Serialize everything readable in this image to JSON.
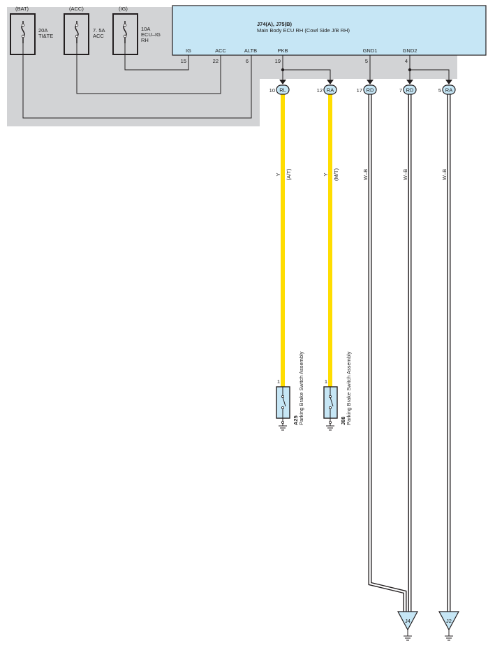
{
  "fuses": [
    {
      "source": "(BAT)",
      "rating": "20A",
      "name": "TI&TE"
    },
    {
      "source": "(ACC)",
      "rating": "7. 5A",
      "name": "ACC"
    },
    {
      "source": "(IG)",
      "rating": "10A",
      "name": "ECU–IG",
      "name2": "RH"
    }
  ],
  "ecu": {
    "id": "J74(A), J75(B)",
    "title": "Main Body ECU RH (Cowl Side J/B RH)",
    "terminals": [
      {
        "name": "IG",
        "pin": "15"
      },
      {
        "name": "ACC",
        "pin": "22"
      },
      {
        "name": "ALTB",
        "pin": "6"
      },
      {
        "name": "PKB",
        "pin": "19"
      },
      {
        "name": "GND1",
        "pin": "5"
      },
      {
        "name": "GND2",
        "pin": "4"
      }
    ]
  },
  "connectors": [
    {
      "pin": "10",
      "code": "RL"
    },
    {
      "pin": "12",
      "code": "RA"
    },
    {
      "pin": "17",
      "code": "RD"
    },
    {
      "pin": "7",
      "code": "RD"
    },
    {
      "pin": "5",
      "code": "RA"
    }
  ],
  "wires": [
    {
      "color": "Y",
      "note": "(A/T)"
    },
    {
      "color": "Y",
      "note": "(M/T)"
    },
    {
      "color": "W–B",
      "note": ""
    },
    {
      "color": "W–B",
      "note": ""
    },
    {
      "color": "W–B",
      "note": ""
    }
  ],
  "switches": [
    {
      "pin": "1",
      "id": "A25",
      "name": "Parking Brake Switch Assembly"
    },
    {
      "pin": "1",
      "id": "J88",
      "name": "Parking Brake Switch Assembly"
    }
  ],
  "grounds": [
    {
      "label": "J4"
    },
    {
      "label": "J2"
    }
  ],
  "colors": {
    "ecu_fill": "#c6e6f5",
    "harness_gray": "#d2d3d5",
    "wire_yellow": "#ffdd00",
    "wire_black": "#231f20",
    "connector_fill": "#c6e6f5"
  }
}
